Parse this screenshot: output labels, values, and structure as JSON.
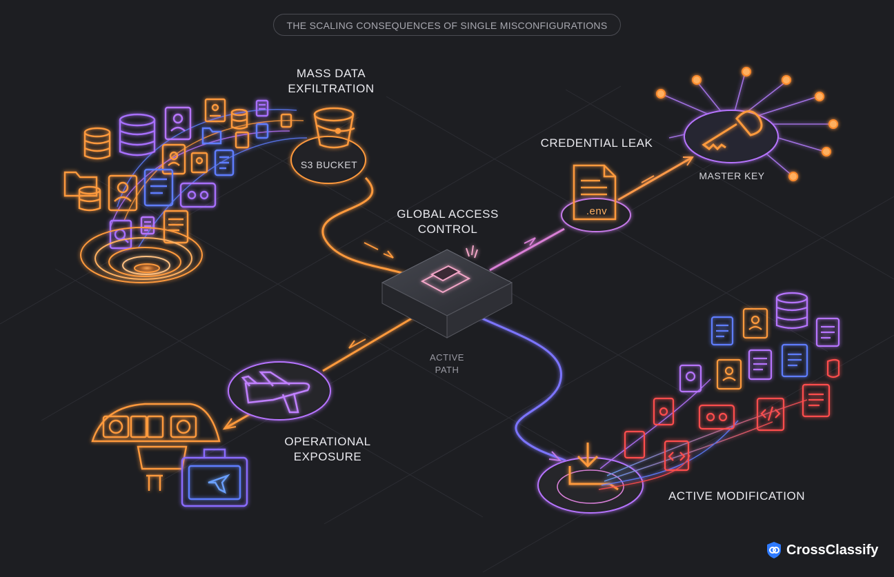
{
  "title": "THE SCALING CONSEQUENCES OF SINGLE MISCONFIGURATIONS",
  "center": {
    "heading_line1": "GLOBAL ACCESS",
    "heading_line2": "CONTROL",
    "caption_line1": "ACTIVE",
    "caption_line2": "PATH"
  },
  "exfiltration": {
    "heading_line1": "MASS DATA",
    "heading_line2": "EXFILTRATION",
    "node_label": "S3 BUCKET"
  },
  "credential": {
    "heading": "CREDENTIAL LEAK",
    "file_label": ".env",
    "target_label": "MASTER KEY"
  },
  "operational": {
    "heading_line1": "OPERATIONAL",
    "heading_line2": "EXPOSURE"
  },
  "modification": {
    "heading": "ACTIVE MODIFICATION"
  },
  "brand": {
    "name": "CrossClassify"
  },
  "colors": {
    "background": "#1d1e22",
    "orange": "#ff9a3c",
    "purple": "#b774ff",
    "pink": "#e27ad6",
    "blue": "#5e7dff",
    "red": "#ff4d4d",
    "brand_blue": "#2f7bff"
  }
}
